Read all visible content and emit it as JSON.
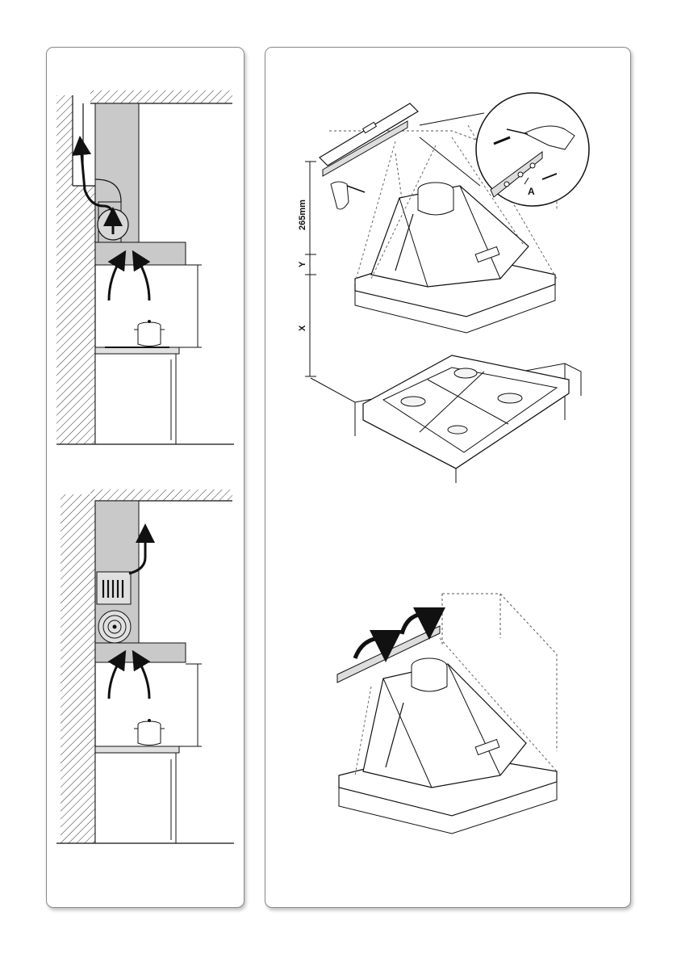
{
  "labels": {
    "dimension_265": "265mm",
    "dimension_y": "Y",
    "dimension_x": "X",
    "part_a": "A"
  },
  "colors": {
    "hood_gray": "#c9c9c9",
    "line": "#111111",
    "panel_border": "#8a8a8a"
  }
}
